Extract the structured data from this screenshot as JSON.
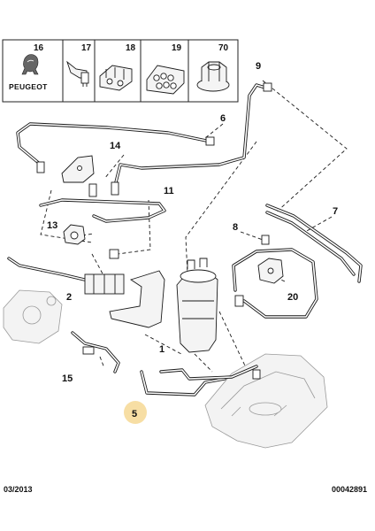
{
  "header_boxes": [
    {
      "label": "16",
      "brand": "PEUGEOT"
    },
    {
      "label": "17"
    },
    {
      "label": "18"
    },
    {
      "label": "19"
    },
    {
      "label": "70"
    }
  ],
  "callouts": {
    "c1": "1",
    "c2": "2",
    "c5": "5",
    "c6": "6",
    "c7": "7",
    "c8": "8",
    "c9": "9",
    "c11": "11",
    "c13": "13",
    "c14": "14",
    "c15": "15",
    "c20": "20"
  },
  "highlight_color": "#f7dea4",
  "footer": {
    "date": "03/2013",
    "ref": "00042891"
  }
}
